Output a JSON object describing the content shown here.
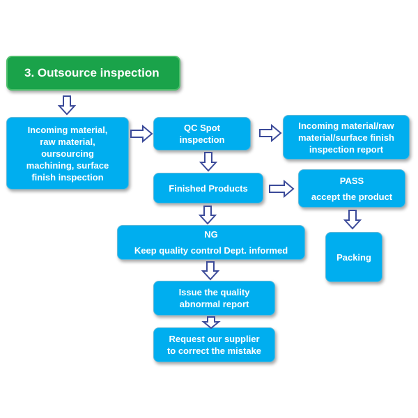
{
  "colors": {
    "box_fill": "#00AEEF",
    "title_fill": "#1aa34a",
    "arrow_stroke": "#3b4a99",
    "text": "#ffffff"
  },
  "diagram": {
    "title": "3. Outsource inspection",
    "incoming": [
      "Incoming material,",
      "raw material,",
      "oursourcing",
      "machining, surface",
      "finish inspection"
    ],
    "qc_spot": [
      "QC Spot",
      "inspection"
    ],
    "report": [
      "Incoming material/raw",
      "material/surface finish",
      "inspection report"
    ],
    "finished": [
      "Finished Products"
    ],
    "pass": [
      "PASS",
      "accept the product"
    ],
    "packing": [
      "Packing"
    ],
    "ng": [
      "NG",
      "Keep quality control Dept. informed"
    ],
    "issue": [
      "Issue the quality",
      "abnormal report"
    ],
    "request": [
      "Request our supplier",
      "to correct the mistake"
    ]
  }
}
